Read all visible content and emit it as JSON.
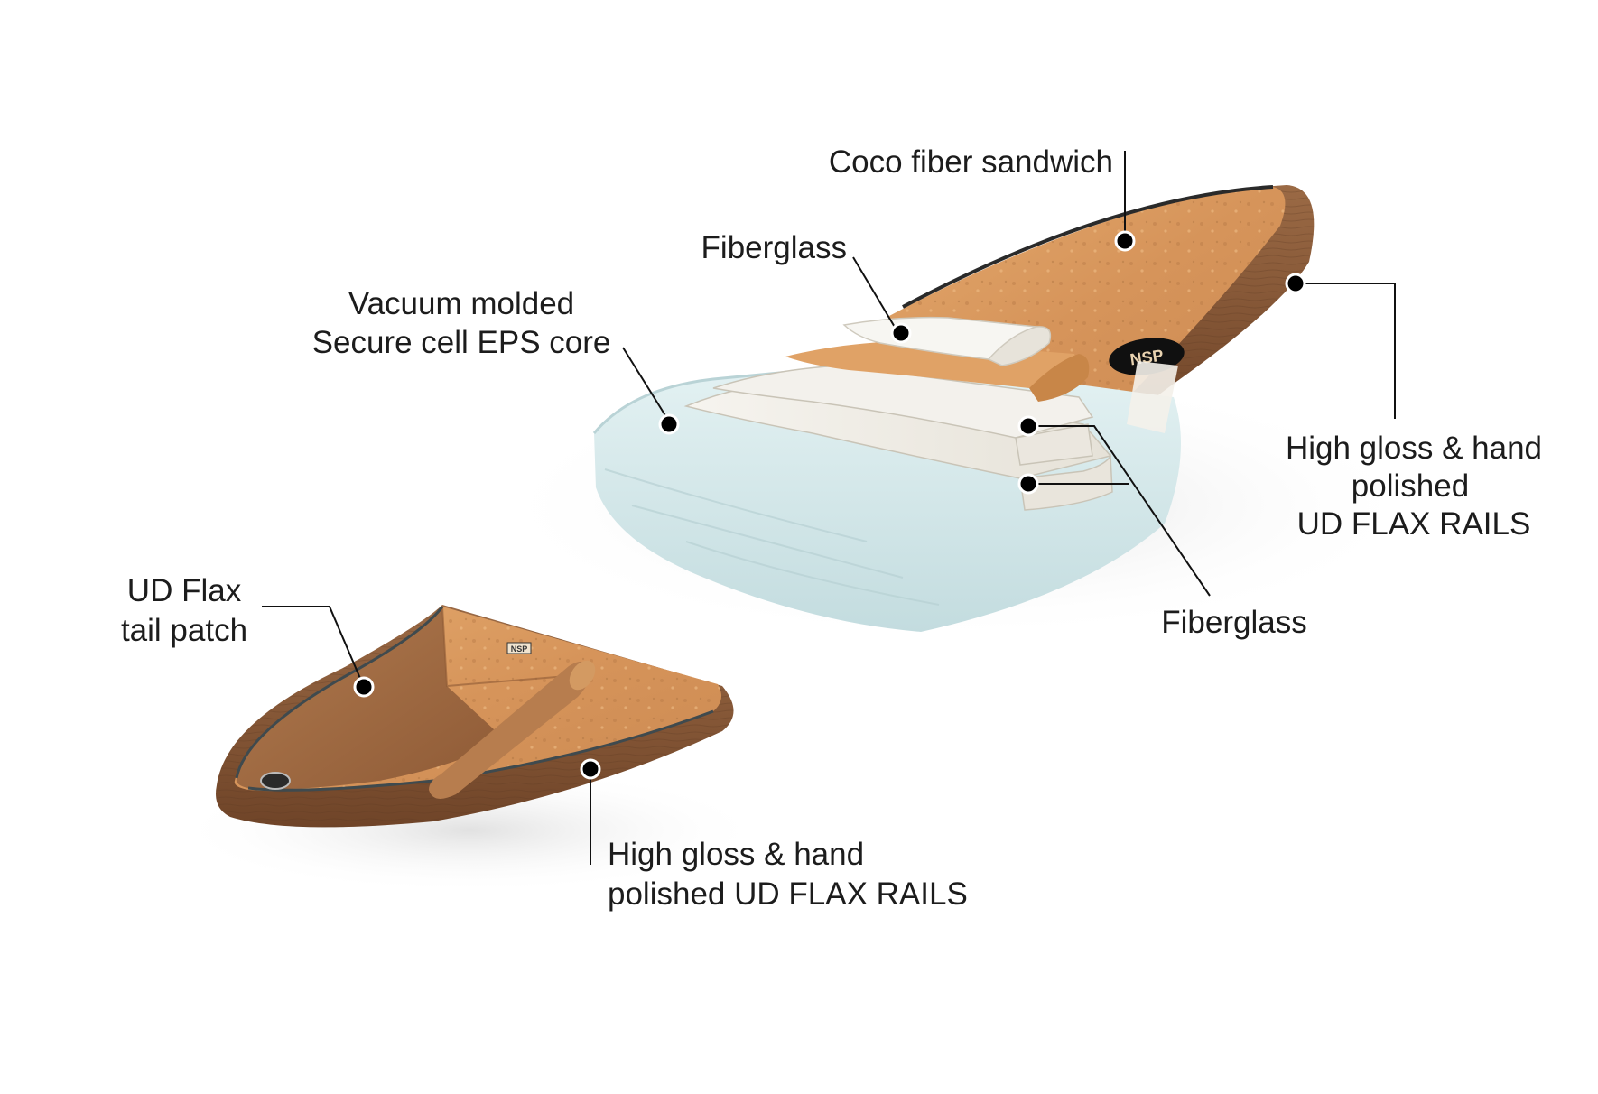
{
  "colors": {
    "background": "#ffffff",
    "label_text": "#1c1c1c",
    "leader_line": "#111111",
    "cork": "#d9985c",
    "flax_rail": "#8a5a3a",
    "eps_core": "#d3e8ea",
    "fiberglass": "#f2f0ea",
    "logo": "#101010"
  },
  "labels": {
    "coco_fiber": "Coco fiber sandwich",
    "fiberglass_top": "Fiberglass",
    "eps_core": {
      "line1": "Vacuum molded",
      "line2": "Secure cell EPS core"
    },
    "rails_nose": {
      "line1": "High gloss & hand",
      "line2": "polished",
      "line3": "UD FLAX RAILS"
    },
    "fiberglass_bottom": "Fiberglass",
    "tail_patch": {
      "line1": "UD Flax",
      "line2": "tail patch"
    },
    "rails_tail": {
      "line1": "High gloss & hand",
      "line2": "polished  UD FLAX RAILS"
    }
  },
  "logos": {
    "nose_logo": "NSP",
    "tail_logo": "NSP"
  }
}
